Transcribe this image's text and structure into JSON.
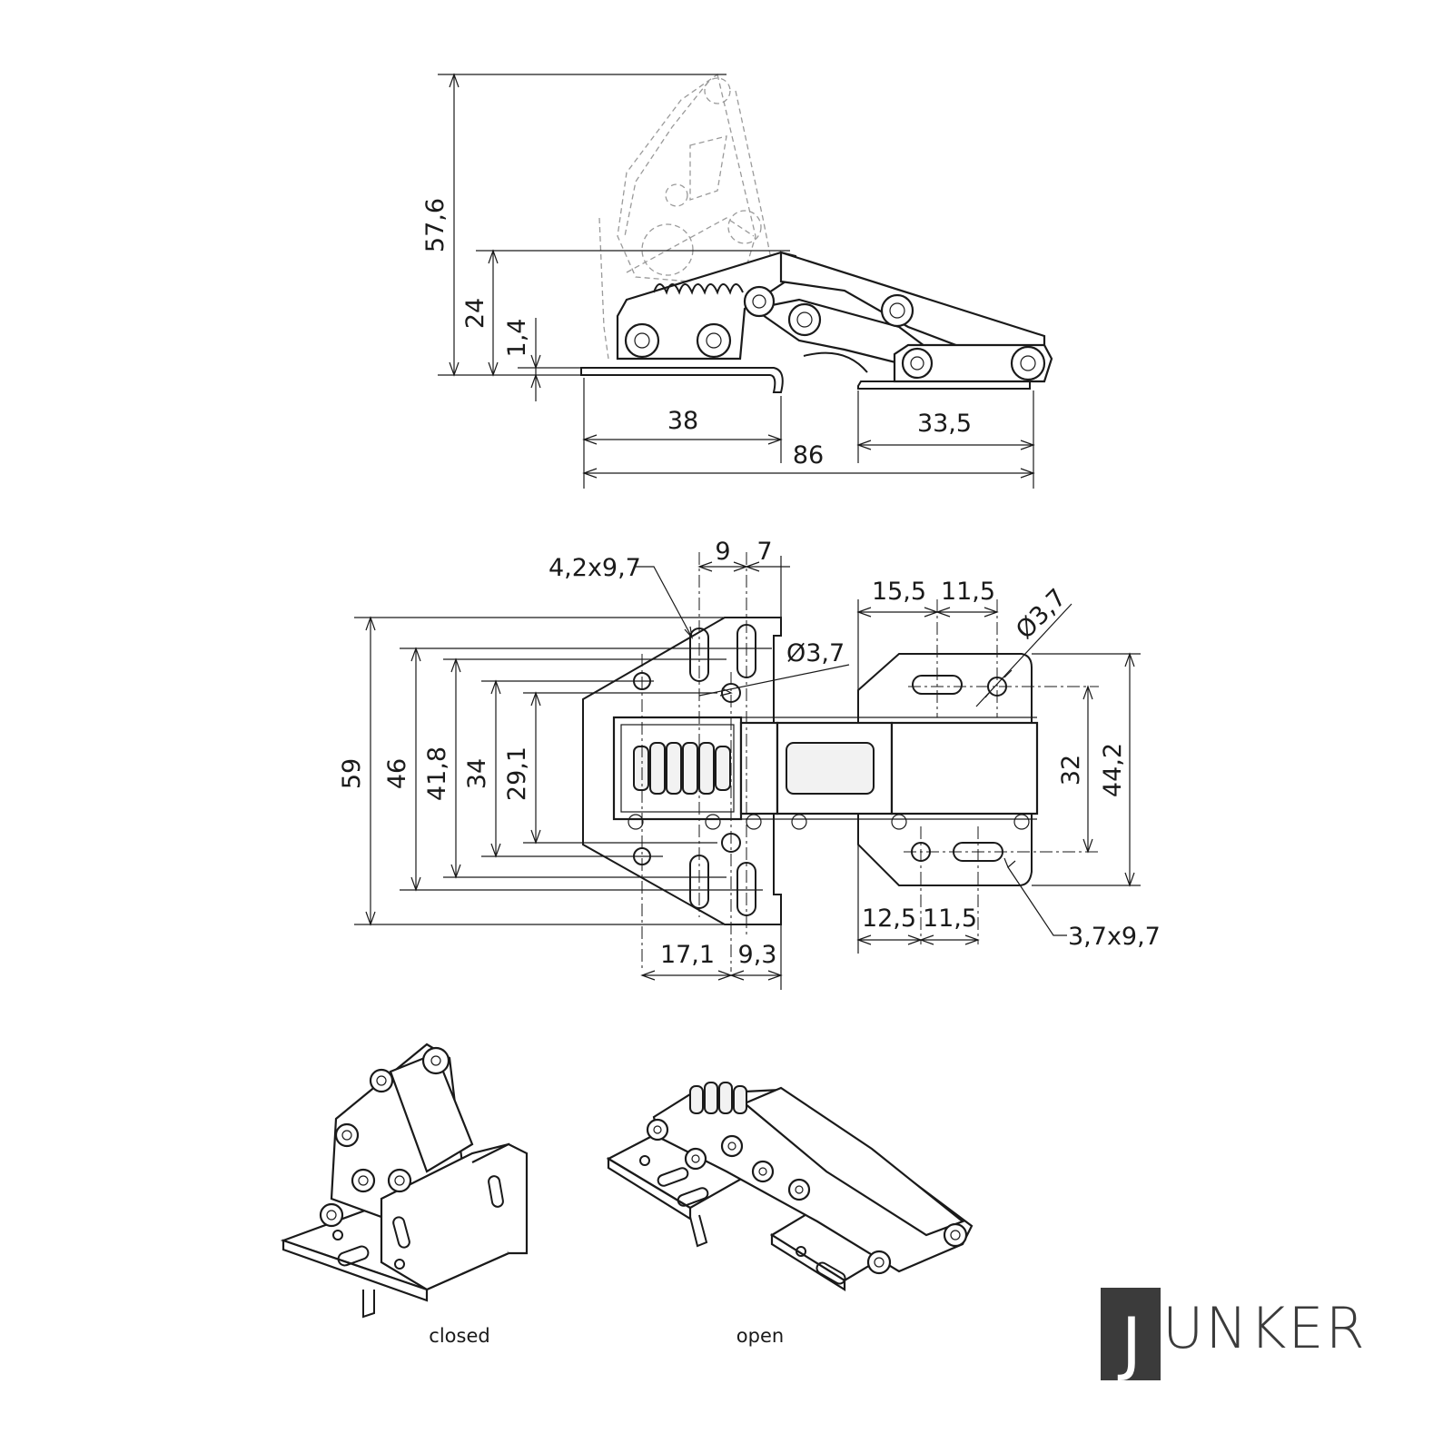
{
  "side_view": {
    "dims": {
      "height_open": "57,6",
      "height_closed": "24",
      "plate_thickness": "1,4",
      "left_plate": "38",
      "right_plate": "33,5",
      "total_length": "86"
    }
  },
  "plan_view": {
    "dims": {
      "slot_left": "4,2x9,7",
      "offset_9": "9",
      "offset_7": "7",
      "hole_left": "Ø3,7",
      "h59": "59",
      "h46": "46",
      "h41_8": "41,8",
      "h34": "34",
      "h29_1": "29,1",
      "w17_1": "17,1",
      "w9_3": "9,3",
      "w15_5": "15,5",
      "w11_5_top": "11,5",
      "hole_right": "Ø3,7",
      "h32": "32",
      "h44_2": "44,2",
      "w12_5": "12,5",
      "w11_5_bottom": "11,5",
      "slot_right": "3,7x9,7"
    }
  },
  "views": {
    "closed_label": "closed",
    "open_label": "open"
  },
  "brand": {
    "initial": "J",
    "rest": "UNKER"
  }
}
